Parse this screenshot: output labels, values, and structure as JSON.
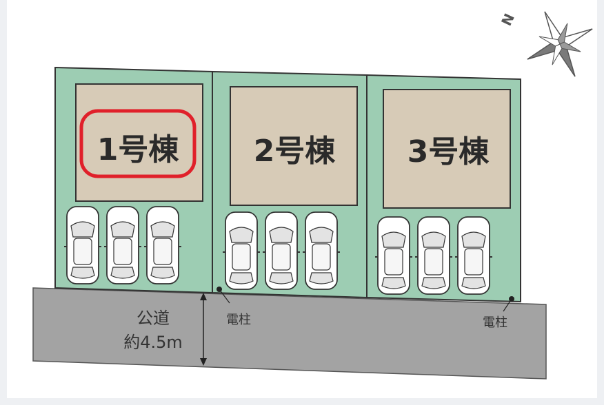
{
  "lots": [
    {
      "label": "1号棟",
      "highlighted": true
    },
    {
      "label": "2号棟",
      "highlighted": false
    },
    {
      "label": "3号棟",
      "highlighted": false
    }
  ],
  "road": {
    "name": "公道",
    "width": "約4.5m"
  },
  "utility_poles": [
    {
      "label": "電柱"
    },
    {
      "label": "電柱"
    }
  ],
  "compass": {
    "north_label": "N"
  },
  "parking_spaces_per_lot": 3,
  "colors": {
    "lot_fill": "#9dcdb3",
    "building_fill": "#d7cbb7",
    "road_fill": "#a3a3a3",
    "highlight": "#e0202a",
    "outline": "#333333"
  }
}
